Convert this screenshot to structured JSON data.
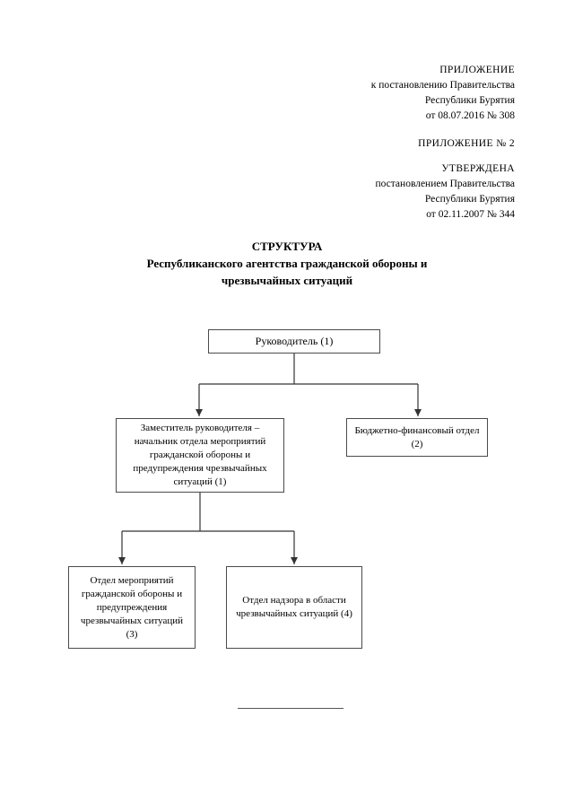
{
  "header": {
    "line1": "ПРИЛОЖЕНИЕ",
    "line2": "к постановлению Правительства",
    "line3": "Республики Бурятия",
    "line4": "от 08.07.2016  № 308",
    "line5": "ПРИЛОЖЕНИЕ № 2",
    "line6": "УТВЕРЖДЕНА",
    "line7": "постановлением Правительства",
    "line8": "Республики Бурятия",
    "line9": "от 02.11.2007 № 344"
  },
  "title": {
    "line1": "СТРУКТУРА",
    "line2": "Республиканского агентства гражданской обороны и",
    "line3": "чрезвычайных ситуаций"
  },
  "chart_data": {
    "type": "diagram",
    "nodes": [
      {
        "id": "head",
        "text": "Руководитель (1)",
        "level": 0
      },
      {
        "id": "deputy",
        "text": "Заместитель руководителя – начальник отдела мероприятий гражданской обороны и предупреждения чрезвычайных ситуаций (1)",
        "level": 1
      },
      {
        "id": "budget",
        "text": "Бюджетно-финансовый отдел (2)",
        "level": 1
      },
      {
        "id": "dept_go",
        "text": "Отдел мероприятий гражданской обороны и предупреждения чрезвычайных ситуаций (3)",
        "level": 2
      },
      {
        "id": "dept_nadzor",
        "text": "Отдел надзора в области чрезвычайных ситуаций (4)",
        "level": 2
      }
    ],
    "edges": [
      {
        "from": "head",
        "to": "deputy"
      },
      {
        "from": "head",
        "to": "budget"
      },
      {
        "from": "deputy",
        "to": "dept_go"
      },
      {
        "from": "deputy",
        "to": "dept_nadzor"
      }
    ]
  }
}
